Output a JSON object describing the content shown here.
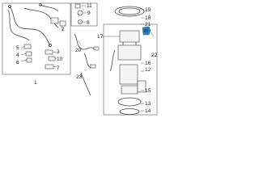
{
  "callouts": {
    "c1": "1",
    "c2": "2",
    "c3": "3",
    "c4": "4",
    "c5": "5",
    "c6": "6",
    "c7": "7",
    "c8": "8",
    "c9": "9",
    "c10": "10",
    "c11": "11",
    "c12": "12",
    "c13": "13",
    "c14": "14",
    "c15": "15",
    "c16": "16",
    "c17": "17",
    "c18": "18",
    "c19": "19",
    "c20": "20",
    "c21": "21",
    "c22": "22",
    "c23": "23"
  },
  "colors": {
    "highlight": "#2d7fc1",
    "line": "#444444",
    "background": "#ffffff"
  }
}
